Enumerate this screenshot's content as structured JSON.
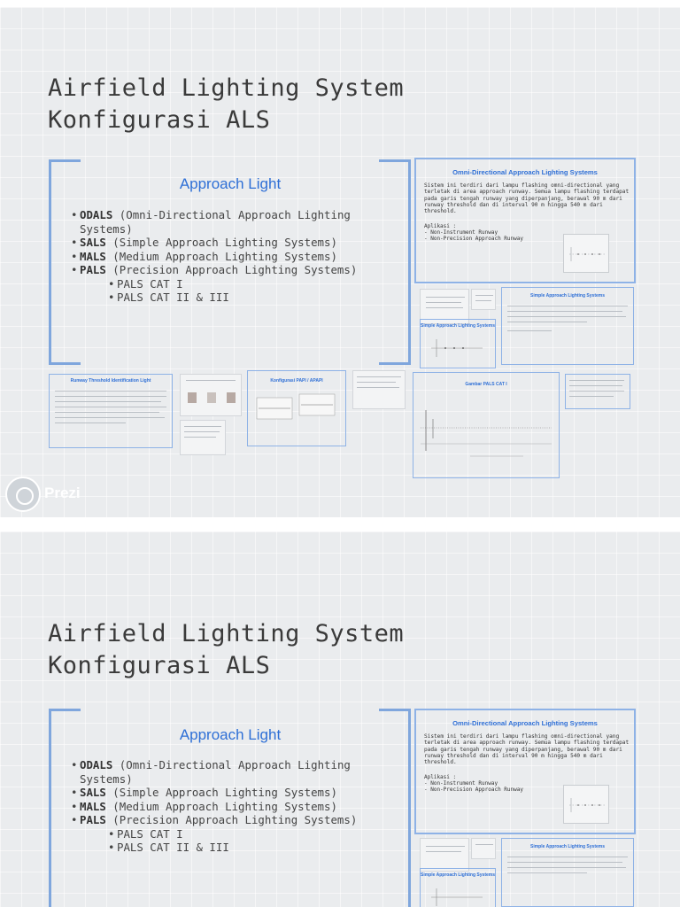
{
  "slides": [
    {
      "title_line1": "Airfield Lighting System",
      "title_line2": "Konfigurasi ALS",
      "main_heading": "Approach Light",
      "bullets": [
        {
          "bold": "ODALS",
          "text": " (Omni-Directional Approach Lighting Systems)"
        },
        {
          "bold": "SALS",
          "text": " (Simple Approach Lighting Systems)"
        },
        {
          "bold": "MALS",
          "text": " (Medium Approach Lighting Systems)"
        },
        {
          "bold": "PALS",
          "text": " (Precision Approach Lighting Systems)"
        }
      ],
      "sub_bullets": [
        "PALS CAT I",
        "PALS CAT II & III"
      ],
      "omni_panel": {
        "title": "Omni-Directional Approach Lighting Systems",
        "text": "Sistem ini terdiri dari lampu flashing omni-directional yang terletak di area approach runway. Semua lampu flashing terdapat pada garis tengah runway yang diperpanjang, berawal 90 m dari runway threshold dan di interval 90 m hingga 540 m dari threshold.",
        "apps_label": "Aplikasi :",
        "apps": [
          "- Non-Instrument Runway",
          "- Non-Precision Approach Runway"
        ]
      },
      "mini_panels": {
        "simple_title": "Simple Approach Lighting Systems",
        "simple_title_2": "Simple Approach Lighting Systems",
        "rtil_title": "Runway Threshold Identification Light",
        "papi_title": "Konfigurasi PAPI  / APAPI",
        "pals_title": "Gambar PALS CAT I"
      },
      "prezi_label": "Prezi"
    },
    {
      "title_line1": "Airfield Lighting System",
      "title_line2": "Konfigurasi ALS",
      "main_heading": "Approach Light",
      "bullets": [
        {
          "bold": "ODALS",
          "text": " (Omni-Directional Approach Lighting Systems)"
        },
        {
          "bold": "SALS",
          "text": " (Simple Approach Lighting Systems)"
        },
        {
          "bold": "MALS",
          "text": " (Medium Approach Lighting Systems)"
        },
        {
          "bold": "PALS",
          "text": " (Precision Approach Lighting Systems)"
        }
      ],
      "sub_bullets": [
        "PALS CAT I",
        "PALS CAT II & III"
      ],
      "omni_panel": {
        "title": "Omni-Directional Approach Lighting Systems",
        "text": "Sistem ini terdiri dari lampu flashing omni-directional yang terletak di area approach runway. Semua lampu flashing terdapat pada garis tengah runway yang diperpanjang, berawal 90 m dari runway threshold dan di interval 90 m hingga 540 m dari threshold.",
        "apps_label": "Aplikasi :",
        "apps": [
          "- Non-Instrument Runway",
          "- Non-Precision Approach Runway"
        ]
      },
      "mini_panels": {
        "simple_title": "Simple Approach Lighting Systems",
        "simple_title_2": "Simple Approach Lighting Systems"
      }
    }
  ],
  "colors": {
    "background": "#eaecee",
    "accent_blue": "#2e6fd6",
    "frame_blue": "#7fa6dd",
    "text_dark": "#3a3a3a"
  },
  "icons": [
    "prezi-logo-icon"
  ]
}
